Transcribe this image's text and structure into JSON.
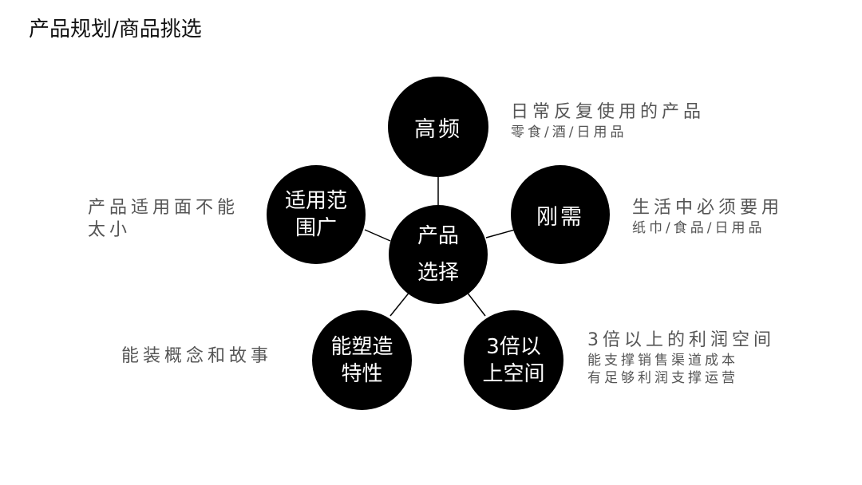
{
  "page_title": "产品规划/商品挑选",
  "center_node": {
    "label": "产品\n选择"
  },
  "nodes": {
    "high_freq": {
      "label": "高频",
      "desc_main": "日常反复使用的产品",
      "desc_sub": "零食/酒/日用品"
    },
    "necessity": {
      "label": "刚需",
      "desc_main": "生活中必须要用",
      "desc_sub": "纸巾/食品/日用品"
    },
    "wide_scope": {
      "label": "适用范\n围广",
      "desc": "产品适用面不能太小"
    },
    "story": {
      "label": "能塑造\n特性",
      "desc": "能装概念和故事"
    },
    "margin": {
      "label": "3倍以\n上空间",
      "desc_main": "3倍以上的利润空间",
      "desc_sub_1": "能支撑销售渠道成本",
      "desc_sub_2": "有足够利润支撑运营"
    }
  }
}
